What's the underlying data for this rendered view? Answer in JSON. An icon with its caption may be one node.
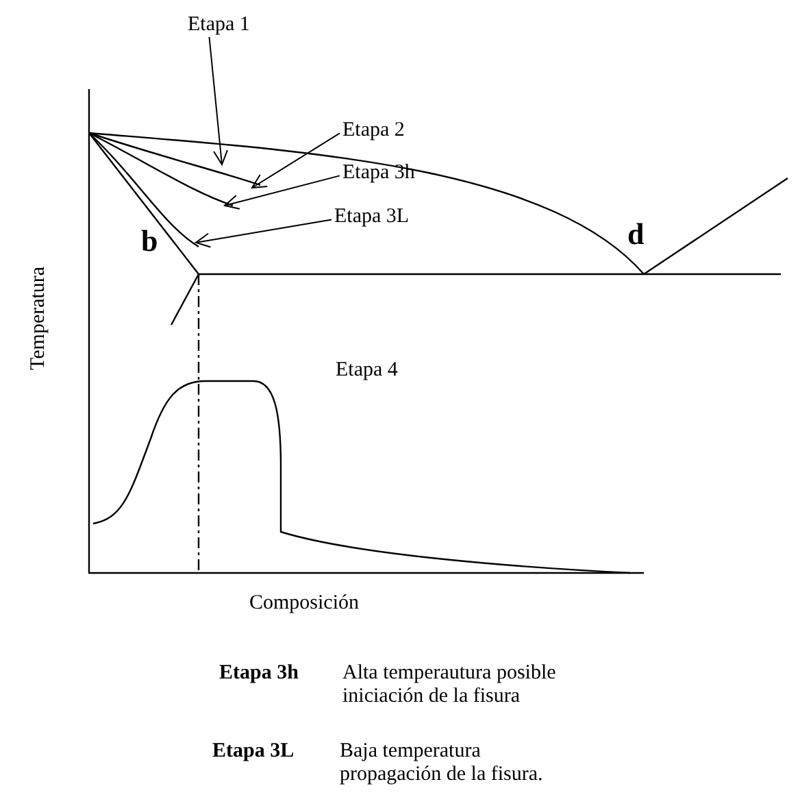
{
  "diagram": {
    "nodes": [
      {
        "text": [
          "Etapa 1"
        ]
      },
      {
        "text": [
          "Etapa 2"
        ]
      },
      {
        "text": [
          "Etapa 3h"
        ]
      },
      {
        "text": [
          "Etapa 3L"
        ]
      }
    ],
    "edges": [
      {
        "from": 0,
        "to": null,
        "arrow": "to"
      },
      {
        "from": 1,
        "to": null,
        "arrow": "to"
      },
      {
        "from": 2,
        "to": null,
        "arrow": "to"
      },
      {
        "from": 3,
        "to": null,
        "arrow": "to"
      }
    ],
    "labels": [
      "d",
      "b",
      "Etapa 4",
      "Temperatura",
      "Composición",
      "Etapa 3h",
      "Alta temperautura posible iniciación de la fisura",
      "Etapa 3L",
      "Baja temperatura propagación de la fisura."
    ]
  }
}
